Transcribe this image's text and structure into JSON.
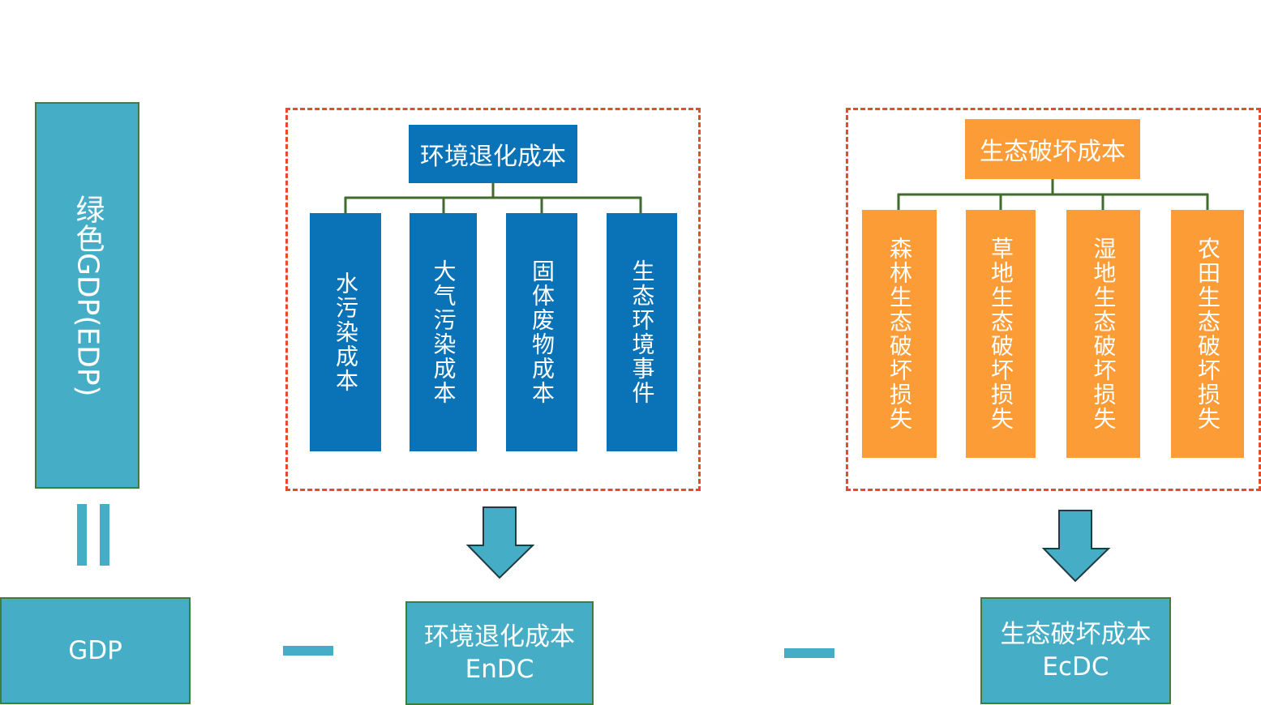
{
  "green_gdp": "绿色GDP(EDP)",
  "gdp": "GDP",
  "environment_group": {
    "header": "环境退化成本",
    "items": [
      "水污染成本",
      "大气污染成本",
      "固体废物成本",
      "生态环境事件"
    ],
    "result_line1": "环境退化成本",
    "result_line2": "EnDC"
  },
  "ecology_group": {
    "header": "生态破坏成本",
    "items": [
      "森林生态破坏损失",
      "草地生态破坏损失",
      "湿地生态破坏损失",
      "农田生态破坏损失"
    ],
    "result_line1": "生态破坏成本",
    "result_line2": "EcDC"
  },
  "colors": {
    "teal": "#45aec6",
    "blue": "#0a72b7",
    "orange": "#fb9c37",
    "dashed_border": "#e64b2a",
    "connector": "#3f6b2e"
  }
}
